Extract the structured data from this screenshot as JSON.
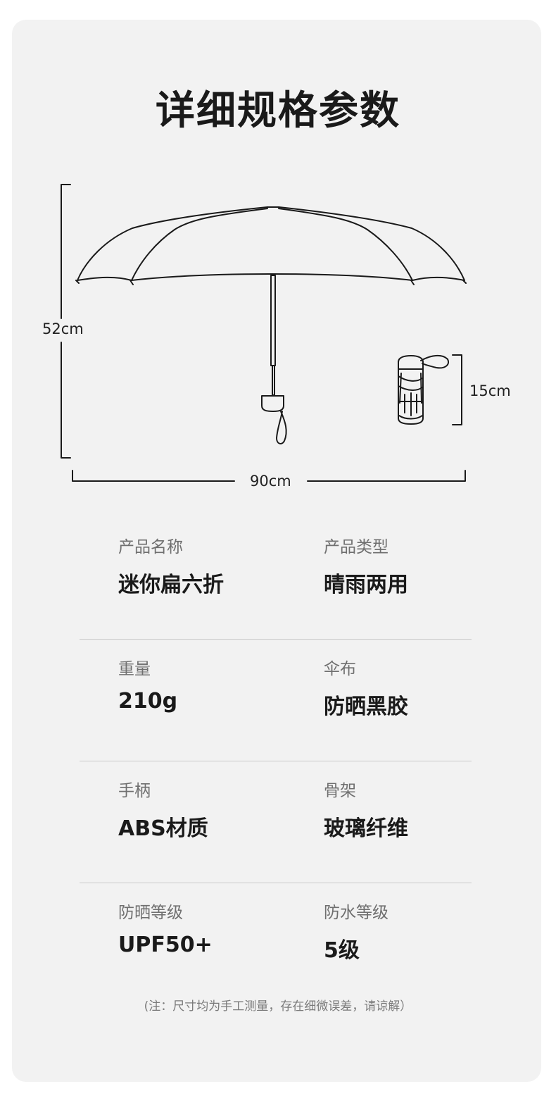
{
  "title": "详细规格参数",
  "dimensions": {
    "height": "52cm",
    "width": "90cm",
    "folded": "15cm"
  },
  "specs": [
    {
      "left": {
        "label": "产品名称",
        "value": "迷你扁六折"
      },
      "right": {
        "label": "产品类型",
        "value": "晴雨两用"
      }
    },
    {
      "left": {
        "label": "重量",
        "value": "210g"
      },
      "right": {
        "label": "伞布",
        "value": "防晒黑胶"
      }
    },
    {
      "left": {
        "label": "手柄",
        "value": "ABS材质"
      },
      "right": {
        "label": "骨架",
        "value": "玻璃纤维"
      }
    },
    {
      "left": {
        "label": "防晒等级",
        "value": "UPF50+"
      },
      "right": {
        "label": "防水等级",
        "value": "5级"
      }
    }
  ],
  "note": "(注：尺寸均为手工测量，存在细微误差，请谅解）"
}
